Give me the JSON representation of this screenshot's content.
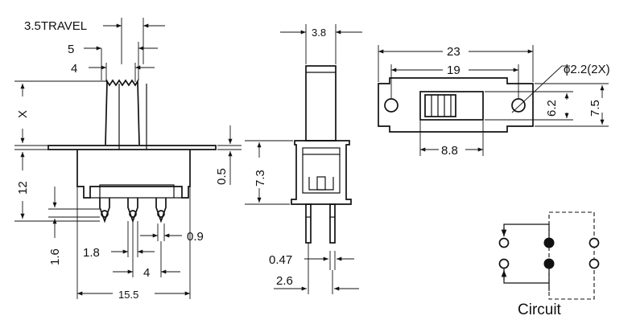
{
  "dims": {
    "travel": "3.5TRAVEL",
    "d5": "5",
    "d4_top": "4",
    "x": "X",
    "d12": "12",
    "d1_6": "1.6",
    "d1_8": "1.8",
    "d4_bottom": "4",
    "d0_9": "0.9",
    "d15_5": "15.5",
    "d3_8": "3.8",
    "d0_5": "0.5",
    "d7_3": "7.3",
    "d0_47": "0.47",
    "d2_6": "2.6",
    "d23": "23",
    "d19": "19",
    "hole": "ϕ2.2(2X)",
    "d6_2": "6.2",
    "d7_5": "7.5",
    "d8_8": "8.8"
  },
  "circuit": {
    "label": "Circuit"
  }
}
